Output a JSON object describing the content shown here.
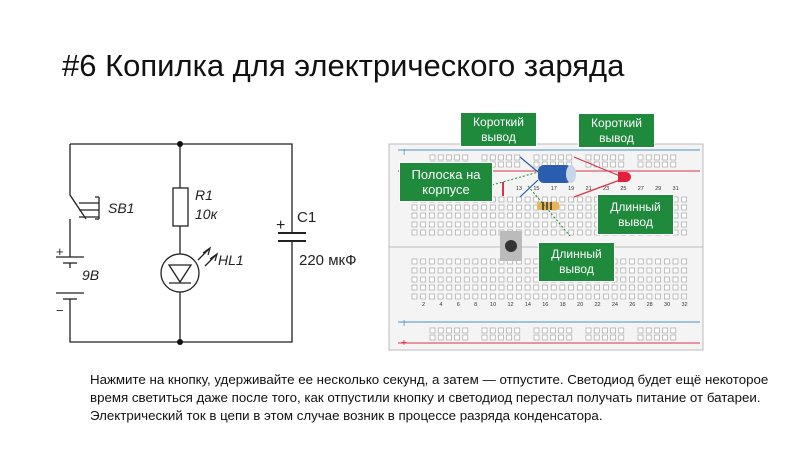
{
  "title": "#6 Копилка для электрического заряда",
  "schematic": {
    "switch_label": "SB1",
    "resistor_label": "R1",
    "resistor_value": "10к",
    "led_label": "HL1",
    "capacitor_label": "C1",
    "capacitor_value": "220 мкФ",
    "battery_value": "9B",
    "battery_plus": "+",
    "battery_minus": "−",
    "capacitor_plus": "+"
  },
  "breadboard": {
    "top_numbers": [
      "13",
      "15",
      "17",
      "19",
      "21",
      "23",
      "25",
      "27",
      "29",
      "31"
    ],
    "bottom_numbers": [
      "2",
      "4",
      "6",
      "8",
      "10",
      "12",
      "14",
      "16",
      "18",
      "20",
      "22",
      "24",
      "26",
      "28",
      "30",
      "32"
    ],
    "rail_minus": "I",
    "rail_plus": "+",
    "colors": {
      "green": "#1f8a3c",
      "blue_rail": "#4a90c8",
      "red_rail": "#d8344a",
      "capacitor": "#2a5db0",
      "led": "#e0203c"
    },
    "callouts": {
      "short_lead_cap": "Короткий вывод",
      "short_lead_led": "Короткий вывод",
      "stripe": "Полоска на корпусе",
      "long_lead_led": "Длинный вывод",
      "long_lead_cap": "Длинный вывод"
    }
  },
  "description": "Нажмите на кнопку, удерживайте ее несколько секунд, а затем — отпустите. Светодиод будет ещё некоторое время светиться даже после того, как отпустили кнопку и светодиод перестал получать питание от батареи. Электрический ток в цепи в этом случае возник в процессе разряда конденсатора."
}
